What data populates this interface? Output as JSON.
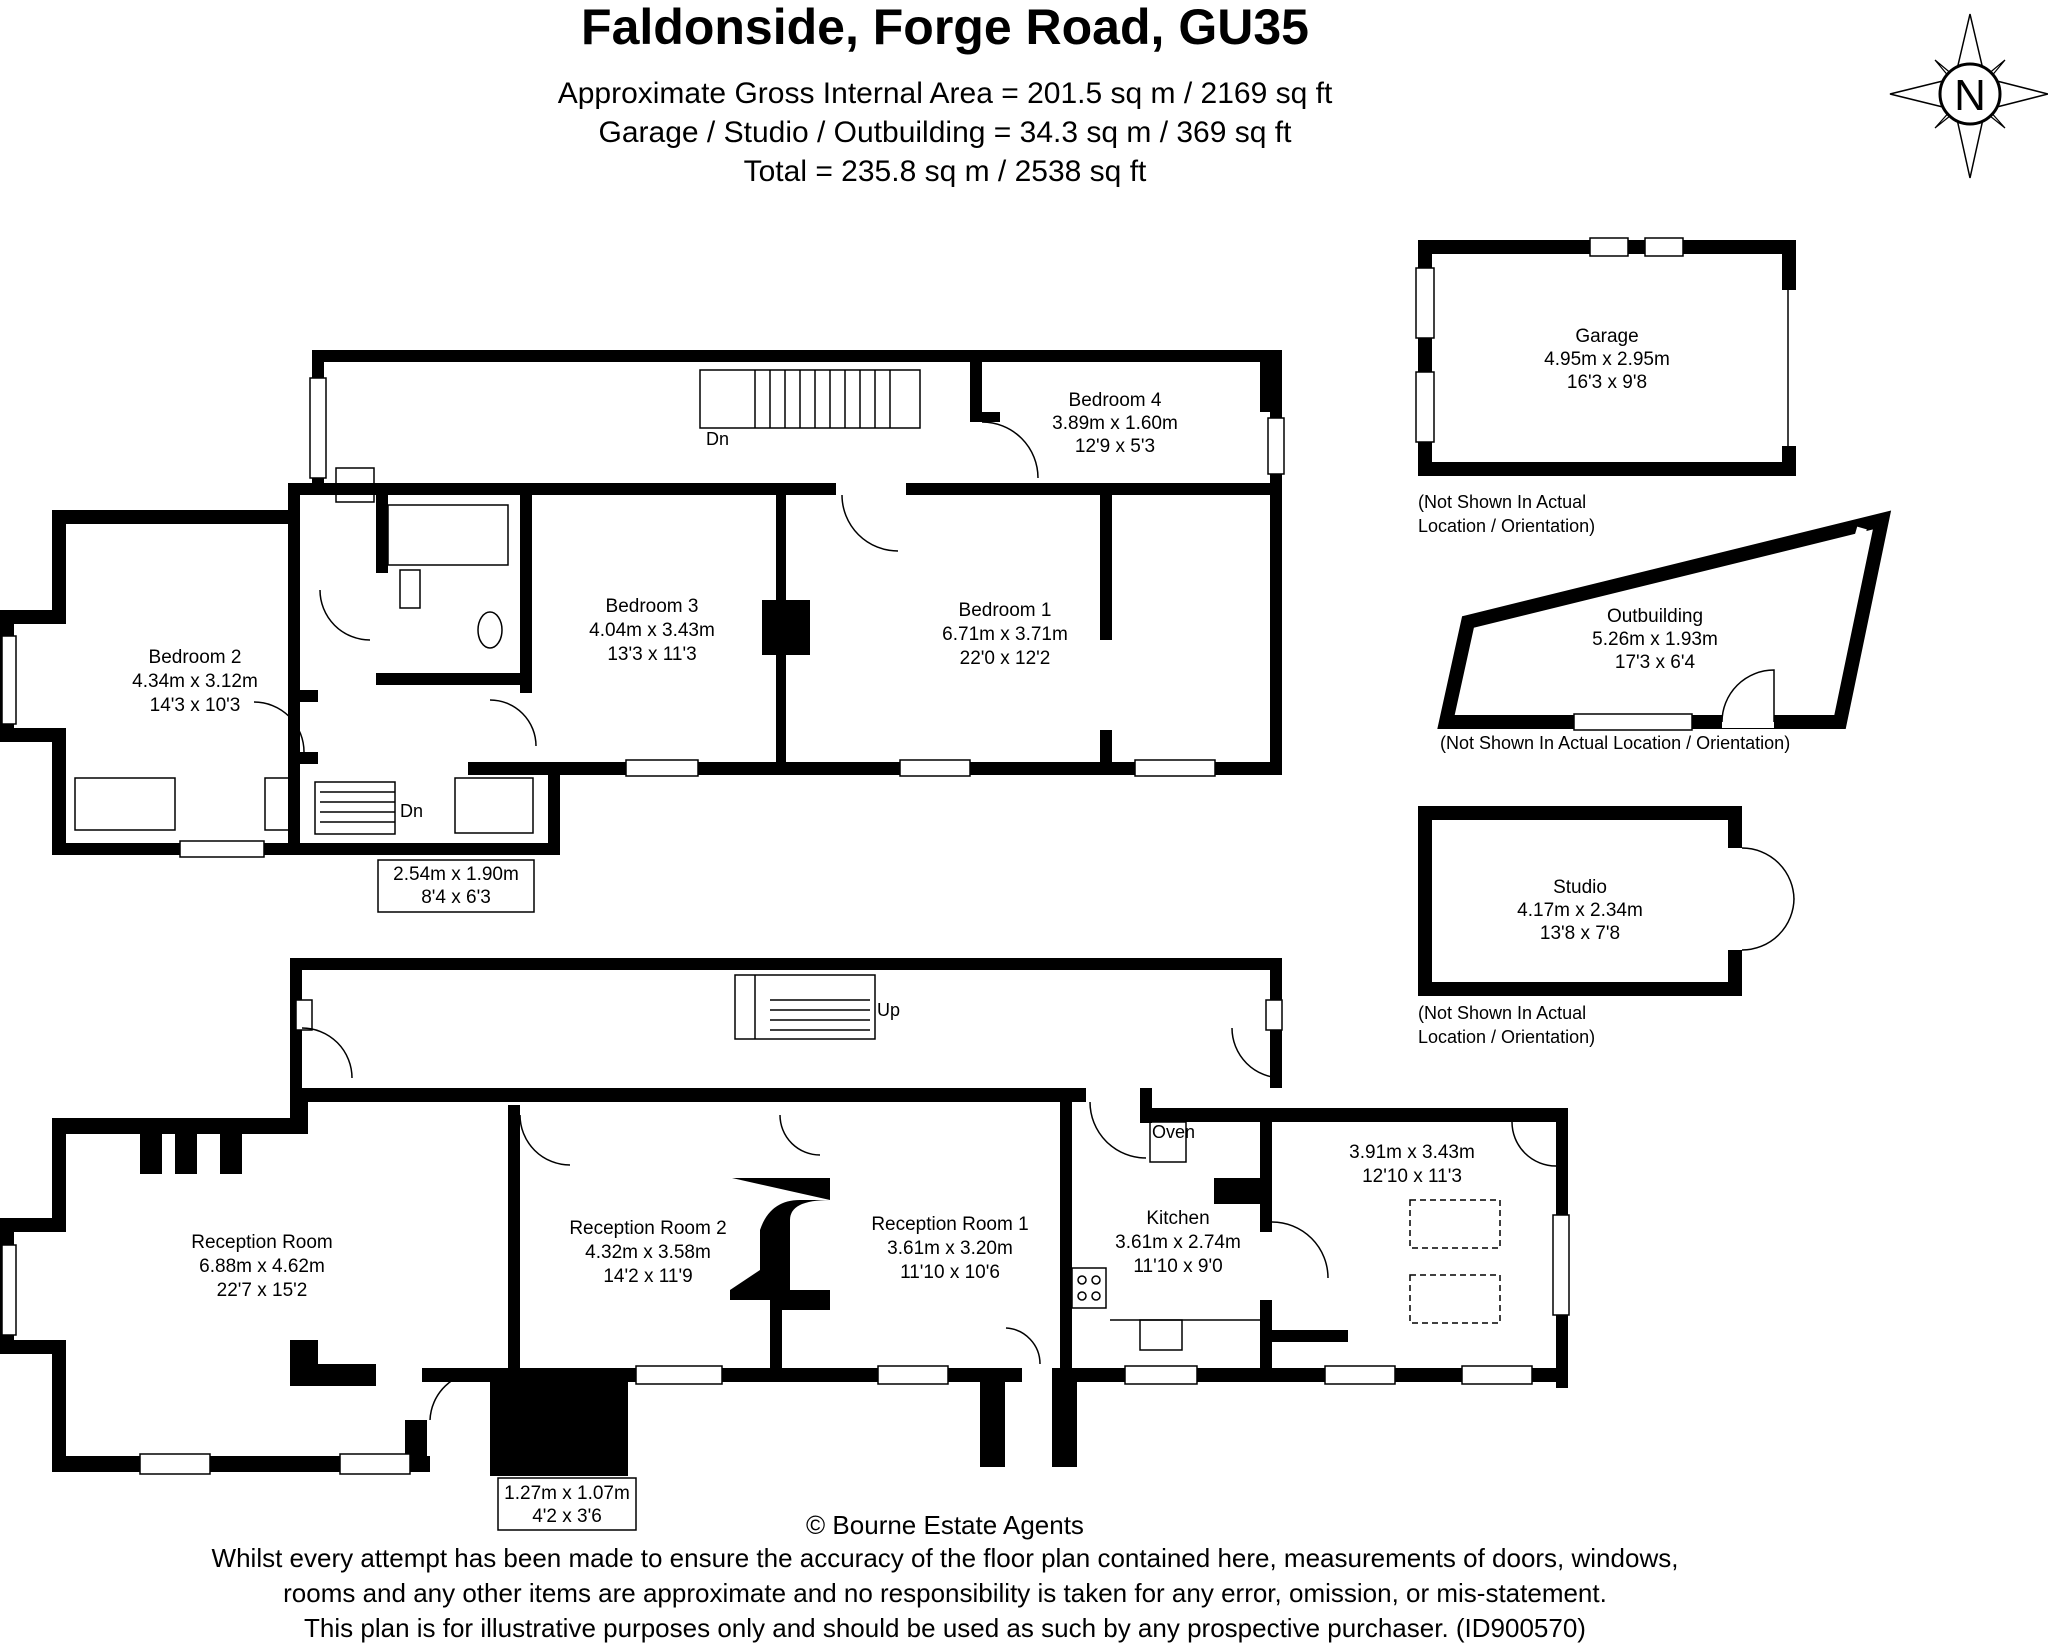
{
  "header": {
    "title": "Faldonside, Forge Road, GU35",
    "line1": "Approximate Gross Internal Area = 201.5 sq m / 2169 sq ft",
    "line2": "Garage / Studio / Outbuilding = 34.3 sq m / 369 sq ft",
    "line3": "Total = 235.8 sq m / 2538 sq ft"
  },
  "compass": {
    "label": "N"
  },
  "first_floor": {
    "bedroom4": {
      "name": "Bedroom 4",
      "metric": "3.89m x 1.60m",
      "imperial": "12'9 x 5'3"
    },
    "bedroom3": {
      "name": "Bedroom 3",
      "metric": "4.04m x 3.43m",
      "imperial": "13'3 x 11'3"
    },
    "bedroom1": {
      "name": "Bedroom 1",
      "metric": "6.71m x 3.71m",
      "imperial": "22'0 x 12'2"
    },
    "bedroom2": {
      "name": "Bedroom 2",
      "metric": "4.34m x 3.12m",
      "imperial": "14'3 x 10'3"
    },
    "landing_box": {
      "metric": "2.54m x 1.90m",
      "imperial": "8'4 x 6'3"
    },
    "stairs_dn_top": "Dn",
    "stairs_dn_left": "Dn"
  },
  "ground_floor": {
    "stairs_up": "Up",
    "reception": {
      "name": "Reception Room",
      "metric": "6.88m x 4.62m",
      "imperial": "22'7 x 15'2"
    },
    "reception2": {
      "name": "Reception Room 2",
      "metric": "4.32m x 3.58m",
      "imperial": "14'2 x 11'9"
    },
    "reception1": {
      "name": "Reception Room 1",
      "metric": "3.61m x 3.20m",
      "imperial": "11'10 x 10'6"
    },
    "kitchen": {
      "name": "Kitchen",
      "metric": "3.61m x 2.74m",
      "imperial": "11'10 x 9'0"
    },
    "oven": "Oven",
    "dining": {
      "metric": "3.91m x 3.43m",
      "imperial": "12'10 x 11'3"
    },
    "wc_box": {
      "metric": "1.27m x 1.07m",
      "imperial": "4'2 x 3'6"
    }
  },
  "outbuildings": {
    "garage": {
      "name": "Garage",
      "metric": "4.95m x 2.95m",
      "imperial": "16'3 x 9'8"
    },
    "garage_note1": "(Not Shown In Actual",
    "garage_note2": "Location / Orientation)",
    "outbuilding": {
      "name": "Outbuilding",
      "metric": "5.26m x 1.93m",
      "imperial": "17'3 x 6'4"
    },
    "outbuilding_note": "(Not Shown In Actual Location / Orientation)",
    "studio": {
      "name": "Studio",
      "metric": "4.17m x 2.34m",
      "imperial": "13'8 x 7'8"
    },
    "studio_note1": "(Not Shown In Actual",
    "studio_note2": "Location / Orientation)"
  },
  "footer": {
    "copyright": "© Bourne Estate Agents",
    "disclaimer1": "Whilst every attempt has been made to ensure the accuracy of the floor plan contained here, measurements of doors, windows,",
    "disclaimer2": "rooms and any other items are approximate and no responsibility is taken for any error, omission, or mis-statement.",
    "disclaimer3": "This plan is for illustrative purposes only and should be used as such by any prospective purchaser. (ID900570)"
  }
}
